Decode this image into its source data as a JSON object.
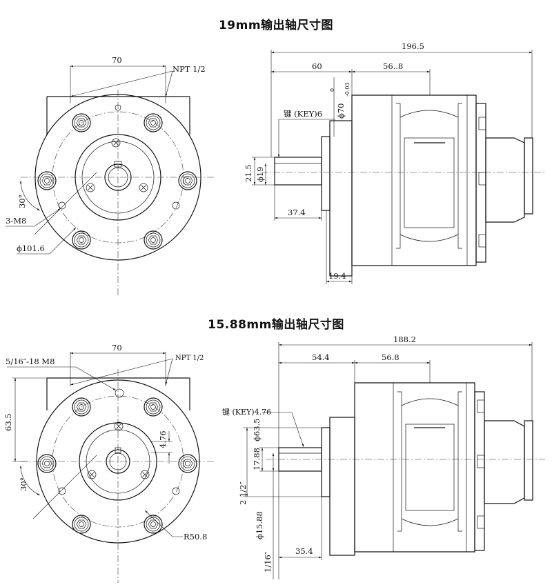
{
  "titles": {
    "top": "19mm输出轴尺寸图",
    "bottom": "15.88mm输出轴尺寸图"
  },
  "top_front": {
    "width": "70",
    "npt": "NPT 1/2",
    "angle": "30°",
    "holes": "3-M8",
    "pcd": "ϕ101.6"
  },
  "top_side": {
    "overall": "196.5",
    "flange_depth": "60",
    "body": "56..8",
    "key": "键 (KEY)6",
    "pilot": "ϕ70",
    "pilot_tol_upper": "0",
    "pilot_tol_lower": "-0.03",
    "shaft_height": "21.5",
    "shaft_dia": "ϕ19",
    "shaft_len": "37.4",
    "flange_thk": "19.4"
  },
  "bottom_front": {
    "width": "70",
    "thread": "5/16″-18 M8",
    "npt": "NPT 1/2",
    "height": "63.5",
    "key_width": "4.76",
    "angle": "30°",
    "radius": "R50.8"
  },
  "bottom_side": {
    "overall": "188.2",
    "flange_depth": "54.4",
    "body": "56.8",
    "key": "键 (KEY)4.76",
    "pilot": "ϕ63.5",
    "shaft_height": "17.88",
    "pilot_len": "2 1/2″",
    "shaft_dia": "ϕ15.88",
    "shaft_len_in": "1/16″",
    "shaft_len": "35.4"
  }
}
